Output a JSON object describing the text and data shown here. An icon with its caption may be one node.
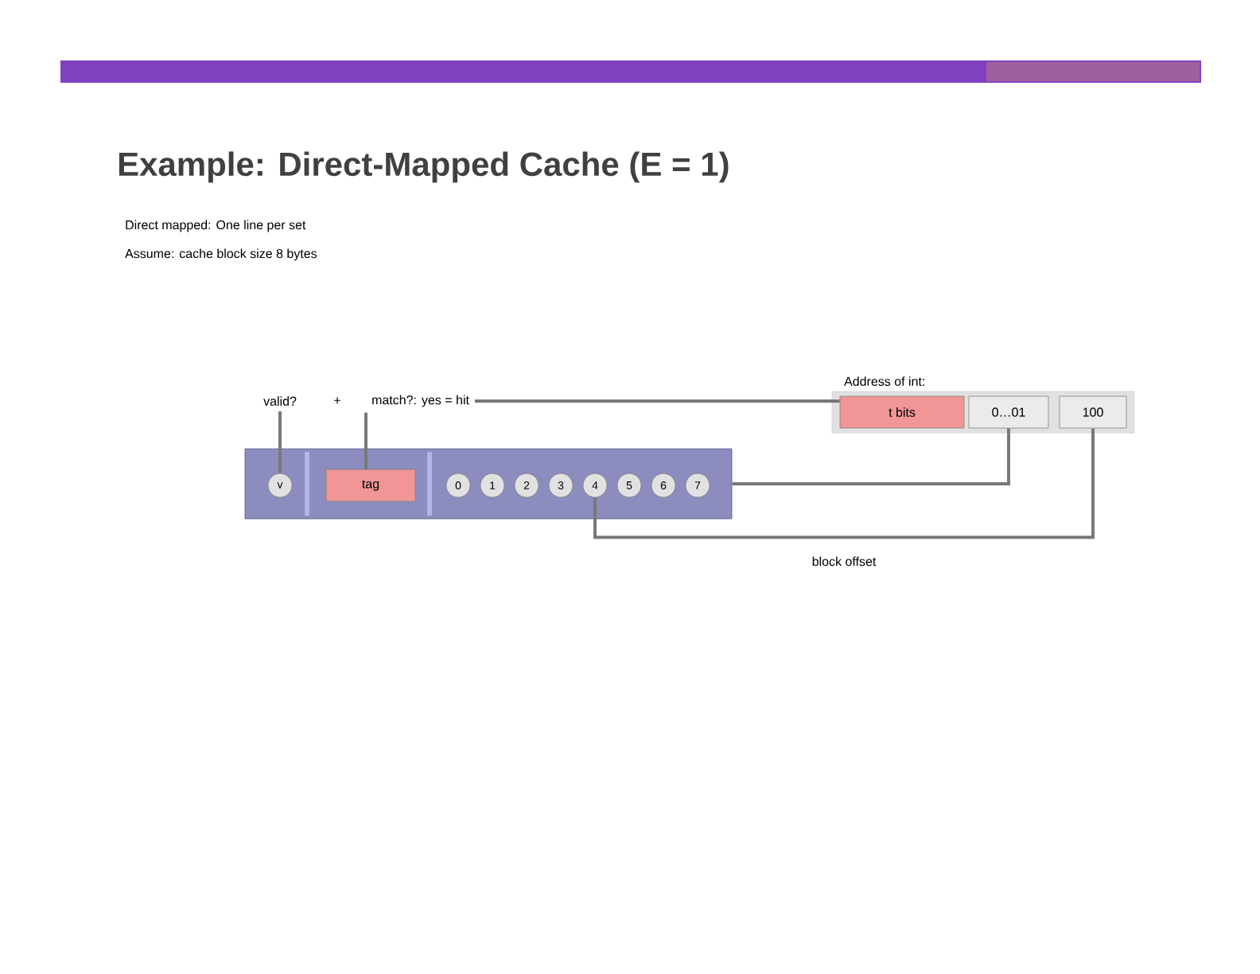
{
  "diagram": {
    "title": "Example: Direct-Mapped Cache (E = 1)",
    "nodes": [
      {
        "text": [
          "valid?"
        ]
      },
      {
        "text": [
          "match?: yes = hit"
        ]
      },
      {
        "text": [
          "Address of int:"
        ]
      },
      {
        "text": [
          "t bits"
        ],
        "in": 2
      },
      {
        "text": [
          "0…01"
        ],
        "in": 2
      },
      {
        "text": [
          "100"
        ],
        "in": 2
      },
      {
        "text": [],
        "shape": "box"
      },
      {
        "text": [
          "v"
        ],
        "in": 6
      },
      {
        "text": [
          "tag"
        ],
        "in": 6
      },
      {
        "text": [
          "0"
        ],
        "in": 6
      },
      {
        "text": [
          "1"
        ],
        "in": 6
      },
      {
        "text": [
          "2"
        ],
        "in": 6
      },
      {
        "text": [
          "3"
        ],
        "in": 6
      },
      {
        "text": [
          "4"
        ],
        "in": 6
      },
      {
        "text": [
          "5"
        ],
        "in": 6
      },
      {
        "text": [
          "6"
        ],
        "in": 6
      },
      {
        "text": [
          "7"
        ],
        "in": 6
      }
    ],
    "edges": [
      {
        "from": 0,
        "to": 7,
        "arrow": "none"
      },
      {
        "from": 1,
        "to": 8,
        "arrow": "none"
      },
      {
        "from": 1,
        "to": 3,
        "arrow": "none"
      },
      {
        "from": 4,
        "to": 6,
        "arrow": "none"
      },
      {
        "from": 5,
        "to": 13,
        "arrow": "none",
        "label": "block offset"
      }
    ],
    "labels": [
      "Direct mapped: One line per set",
      "Assume: cache block size 8 bytes",
      "+"
    ]
  }
}
